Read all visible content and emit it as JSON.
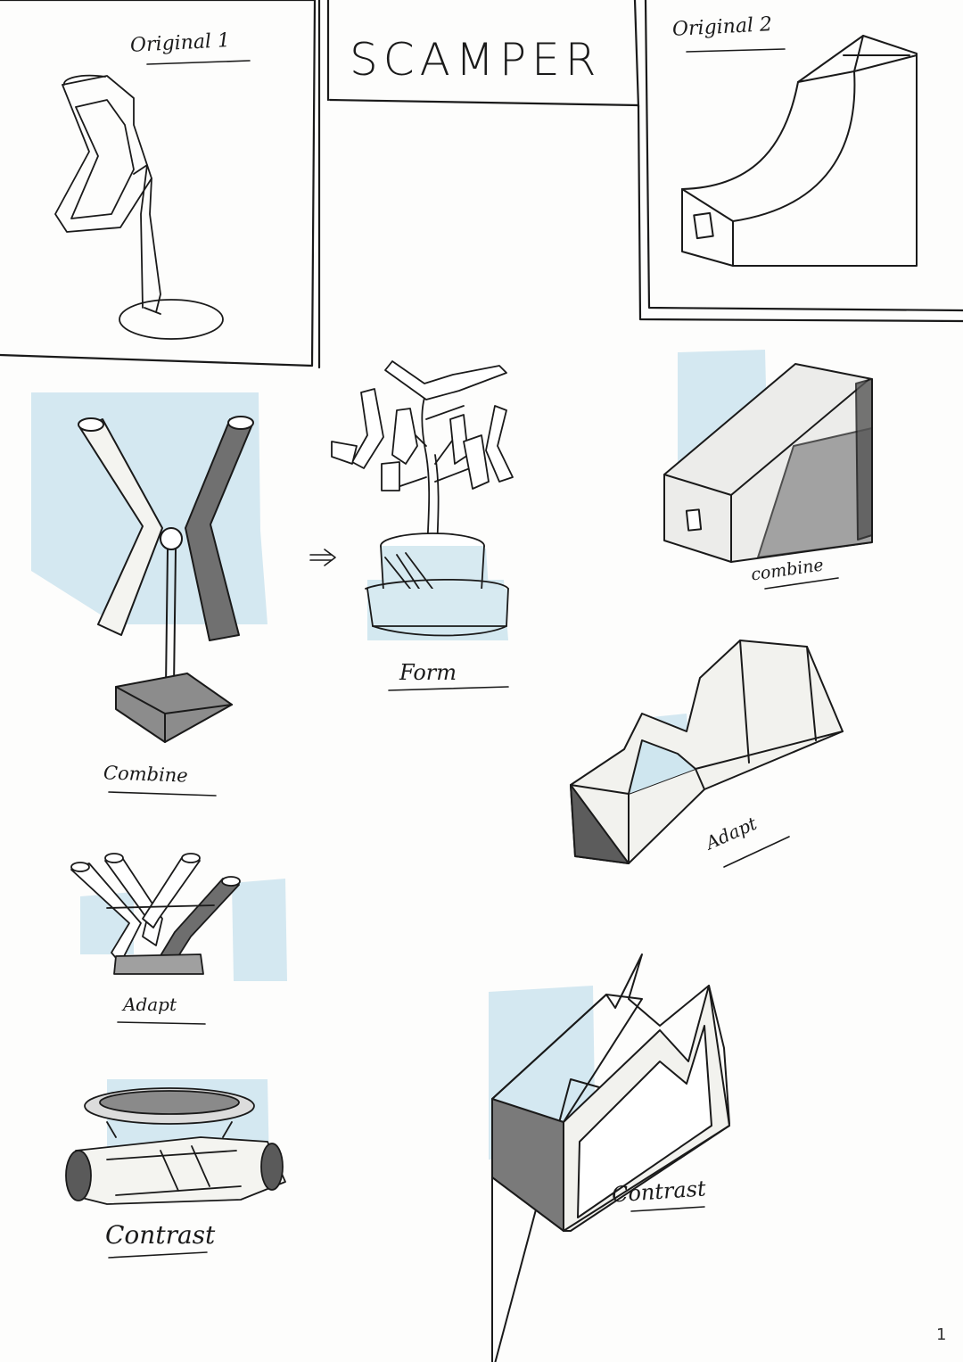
{
  "title": "SCAMPER",
  "originals": {
    "first": "Original 1",
    "second": "Original 2"
  },
  "labels": {
    "combine_left": "Combine",
    "form": "Form",
    "combine_right": "combine",
    "adapt_right": "Adapt",
    "adapt_left": "Adapt",
    "contrast_left": "Contrast",
    "contrast_right": "Contrast"
  },
  "page_number": "1",
  "colors": {
    "ink": "#1a1a1a",
    "marker_blue": "#cfe6ef",
    "marker_grey": "#6b6b6b",
    "marker_light_grey": "#bdbdbd"
  }
}
